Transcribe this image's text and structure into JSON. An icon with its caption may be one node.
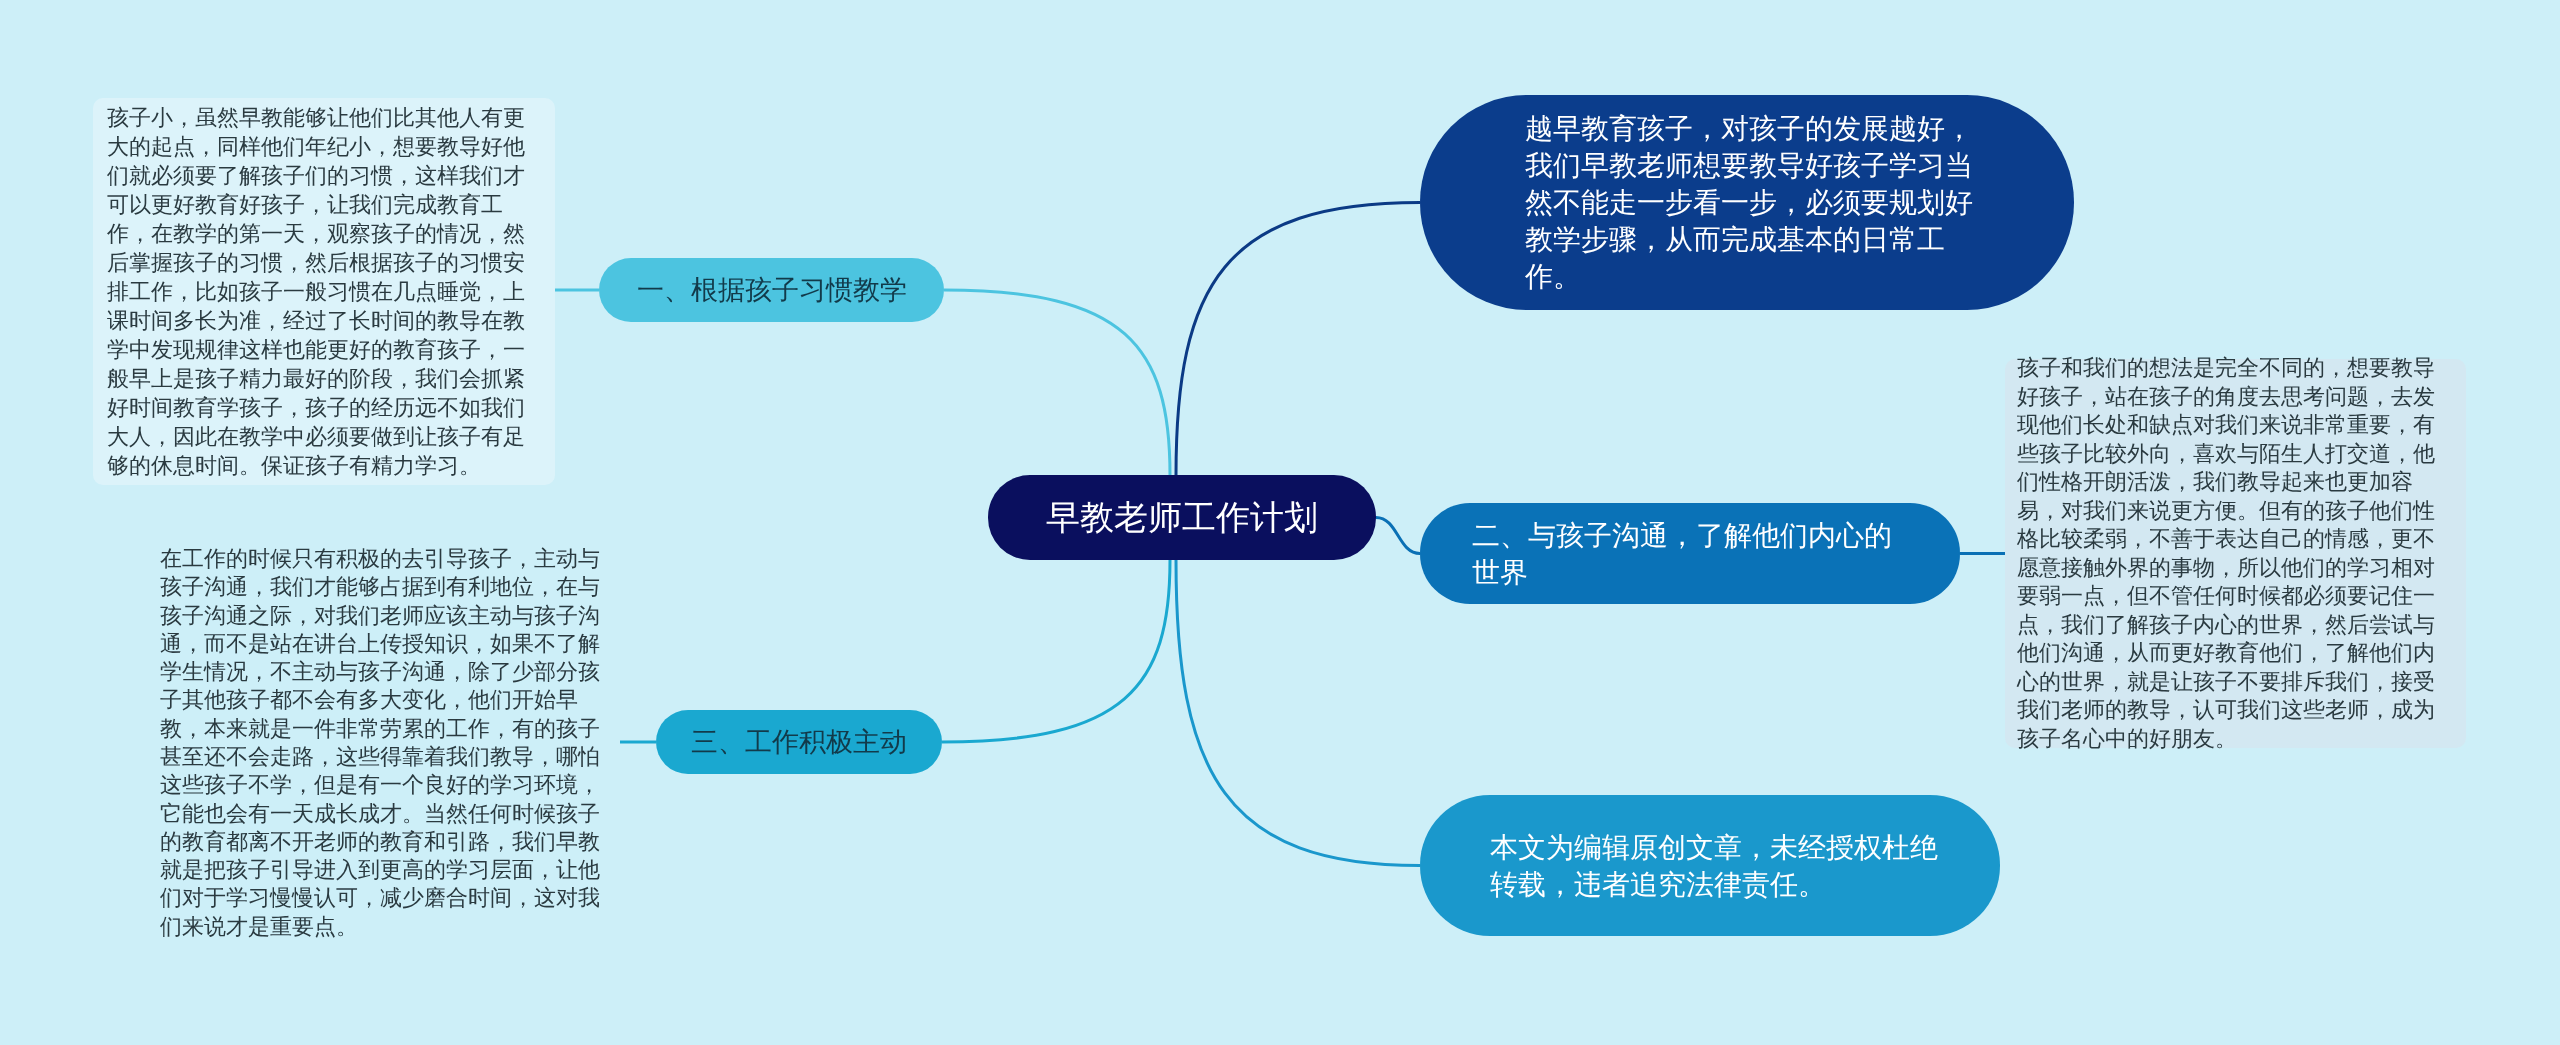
{
  "diagram": {
    "nodes": [
      {
        "text": [
          "早教老师工作计划"
        ]
      },
      {
        "text": [
          "一、根据孩子习惯教学"
        ]
      },
      {
        "text": [
          "孩子小，虽然早教能够让他们比其他人有更大的起点，同样他们年纪小，想要教导好他们就必须要了解孩子们的习惯，这样我们才可以更好教育好孩子，让我们完成教育工作，在教学的第一天，观察孩子的情况，然后掌握孩子的习惯，然后根据孩子的习惯安排工作，比如孩子一般习惯在几点睡觉，上课时间多长为准，经过了长时间的教导在教学中发现规律这样也能更好的教育孩子，一般早上是孩子精力最好的阶段，我们会抓紧好时间教育学孩子，孩子的经历远不如我们大人，因此在教学中必须要做到让孩子有足够的休息时间。保证孩子有精力学习。"
        ]
      },
      {
        "text": [
          "三、工作积极主动"
        ]
      },
      {
        "text": [
          "在工作的时候只有积极的去引导孩子，主动与孩子沟通，我们才能够占据到有利地位，在与孩子沟通之际，对我们老师应该主动与孩子沟通，而不是站在讲台上传授知识，如果不了解学生情况，不主动与孩子沟通，除了少部分孩子其他孩子都不会有多大变化，他们开始早教，本来就是一件非常劳累的工作，有的孩子甚至还不会走路，这些得靠着我们教导，哪怕这些孩子不学，但是有一个良好的学习环境，它能也会有一天成长成才。当然任何时候孩子的教育都离不开老师的教育和引路，我们早教就是把孩子引导进入到更高的学习层面，让他们对于学习慢慢认可，减少磨合时间，这对我们来说才是重要点。"
        ]
      },
      {
        "text": [
          "越早教育孩子，对孩子的发展越好，我们早教老师想要教导好孩子学习当然不能走一步看一步，必须要规划好教学步骤，从而完成基本的日常工作。"
        ]
      },
      {
        "text": [
          "二、与孩子沟通，了解他们内心的世界"
        ]
      },
      {
        "text": [
          "孩子和我们的想法是完全不同的，想要教导好孩子，站在孩子的角度去思考问题，去发现他们长处和缺点对我们来说非常重要，有些孩子比较外向，喜欢与陌生人打交道，他们性格开朗活泼，我们教导起来也更加容易，对我们来说更方便。但有的孩子他们性格比较柔弱，不善于表达自己的情感，更不愿意接触外界的事物，所以他们的学习相对要弱一点，但不管任何时候都必须要记住一点，我们了解孩子内心的世界，然后尝试与他们沟通，从而更好教育他们，了解他们内心的世界，就是让孩子不要排斥我们，接受我们老师的教导，认可我们这些老师，成为孩子名心中的好朋友。"
        ]
      },
      {
        "text": [
          "本文为编辑原创文章，未经授权杜绝转载，违者追究法律责任。"
        ]
      }
    ],
    "edges": [
      {
        "from": 0,
        "to": 1,
        "arrow": "none",
        "color": "#4cc4e0"
      },
      {
        "from": 1,
        "to": 2,
        "arrow": "none",
        "color": "#4cc4e0"
      },
      {
        "from": 0,
        "to": 3,
        "arrow": "none",
        "color": "#1aa8d0"
      },
      {
        "from": 3,
        "to": 4,
        "arrow": "none",
        "color": "#1aa8d0"
      },
      {
        "from": 0,
        "to": 5,
        "arrow": "none",
        "color": "#0b3a85"
      },
      {
        "from": 0,
        "to": 6,
        "arrow": "none",
        "color": "#0a70b5"
      },
      {
        "from": 6,
        "to": 7,
        "arrow": "none",
        "color": "#0a70b5"
      },
      {
        "from": 0,
        "to": 8,
        "arrow": "none",
        "color": "#1a97cc"
      }
    ]
  }
}
